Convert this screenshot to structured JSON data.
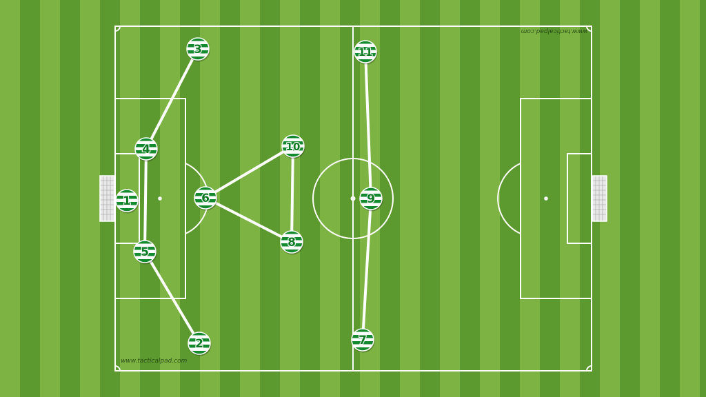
{
  "colors": {
    "stripe_light": "#7cb342",
    "stripe_dark": "#5c9a2f",
    "line": "#ffffff",
    "player_green": "#138a2e",
    "player_white": "#ffffff",
    "number_color": "#0d7a23"
  },
  "watermark": {
    "bottom": "www.tacticalpad.com",
    "top": "www.tacticalpad.com"
  },
  "players": [
    {
      "number": "1"
    },
    {
      "number": "2"
    },
    {
      "number": "3"
    },
    {
      "number": "4"
    },
    {
      "number": "5"
    },
    {
      "number": "6"
    },
    {
      "number": "7"
    },
    {
      "number": "8"
    },
    {
      "number": "9"
    },
    {
      "number": "10"
    },
    {
      "number": "11"
    }
  ],
  "connections": [
    [
      "3",
      "4"
    ],
    [
      "4",
      "5"
    ],
    [
      "5",
      "2"
    ],
    [
      "6",
      "10"
    ],
    [
      "10",
      "8"
    ],
    [
      "8",
      "6"
    ],
    [
      "11",
      "9"
    ],
    [
      "9",
      "7"
    ]
  ]
}
